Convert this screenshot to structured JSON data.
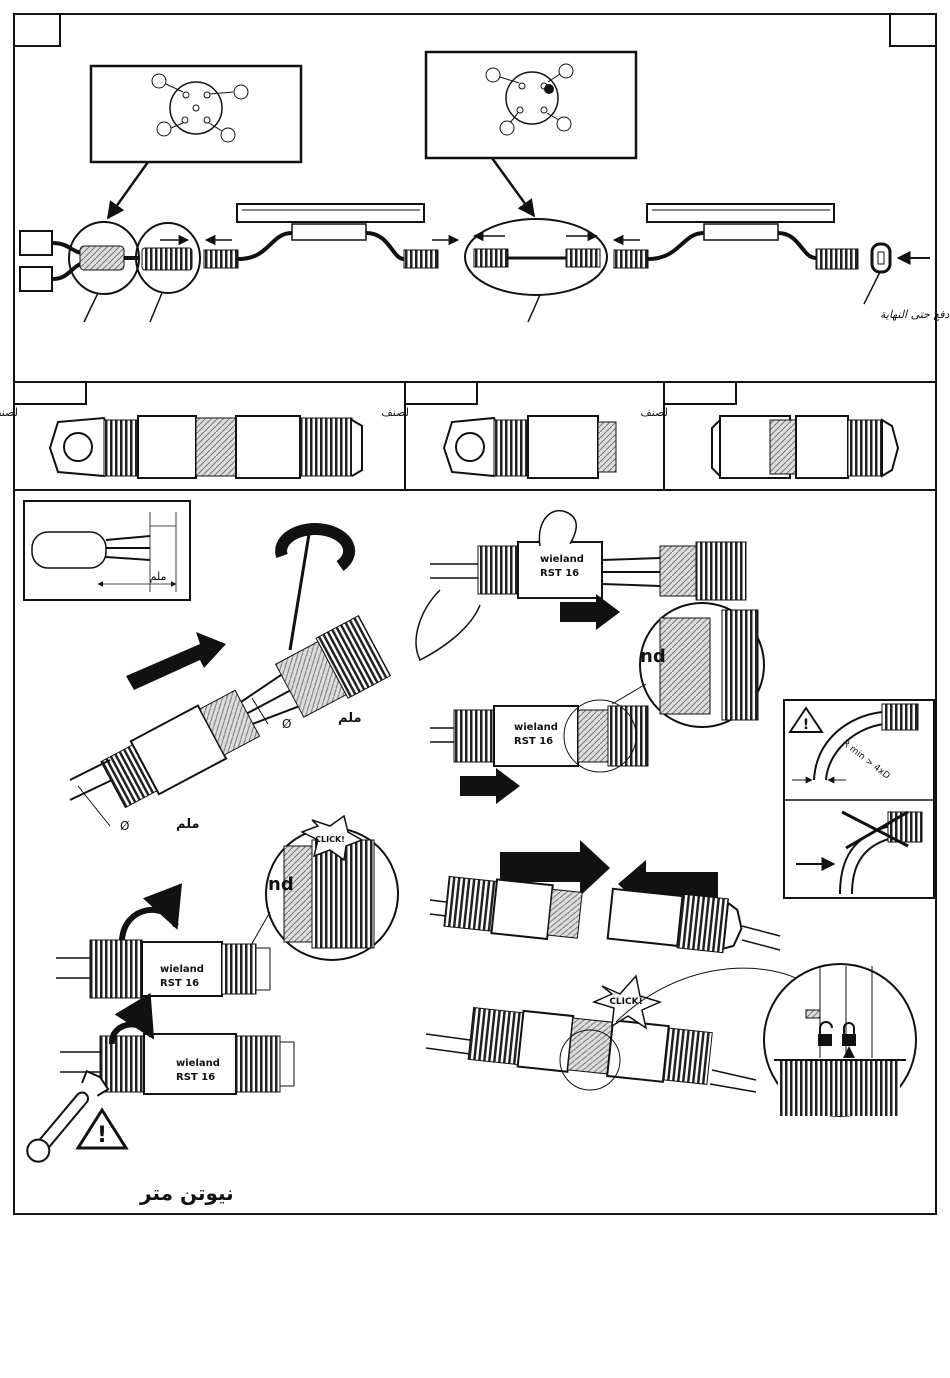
{
  "top_section": {
    "push_label": "ادفع حتى النهاية"
  },
  "variants": [
    {
      "label": "لصنف"
    },
    {
      "label": "لصنف"
    },
    {
      "label": "لصنف"
    }
  ],
  "assembly": {
    "unit_mm": "ملم",
    "diameter_symbol": "Ø",
    "brand": "wieland",
    "model": "RST  16",
    "click": "CLICK!",
    "torque_unit": "نيوتن متر",
    "bend_radius": "R min > 4xD"
  },
  "colors": {
    "line": "#111111",
    "background": "#ffffff"
  },
  "icons": [
    "warning-icon",
    "wrench-icon",
    "rotation-arrow-icon",
    "push-arrow-icon",
    "lock-open-icon",
    "lock-closed-icon"
  ]
}
